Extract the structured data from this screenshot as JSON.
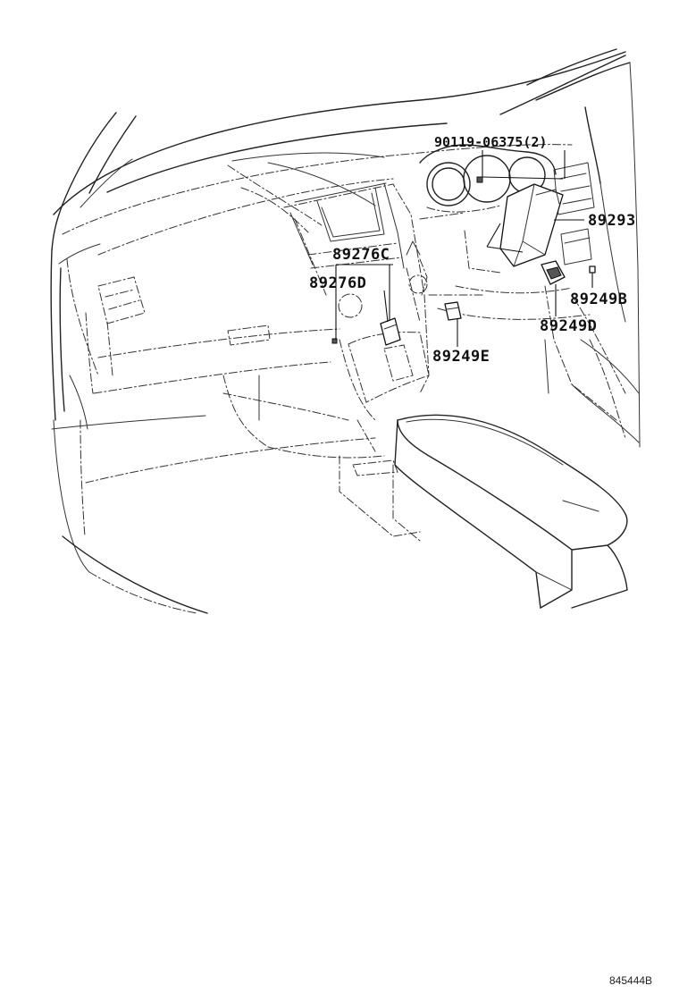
{
  "labels": {
    "bolt": "90119-06375(2)",
    "control_unit": "89293",
    "part_89276c": "89276C",
    "part_89276d": "89276D",
    "part_89249b": "89249B",
    "part_89249d": "89249D",
    "part_89249e": "89249E"
  },
  "reference_code": "845444B"
}
